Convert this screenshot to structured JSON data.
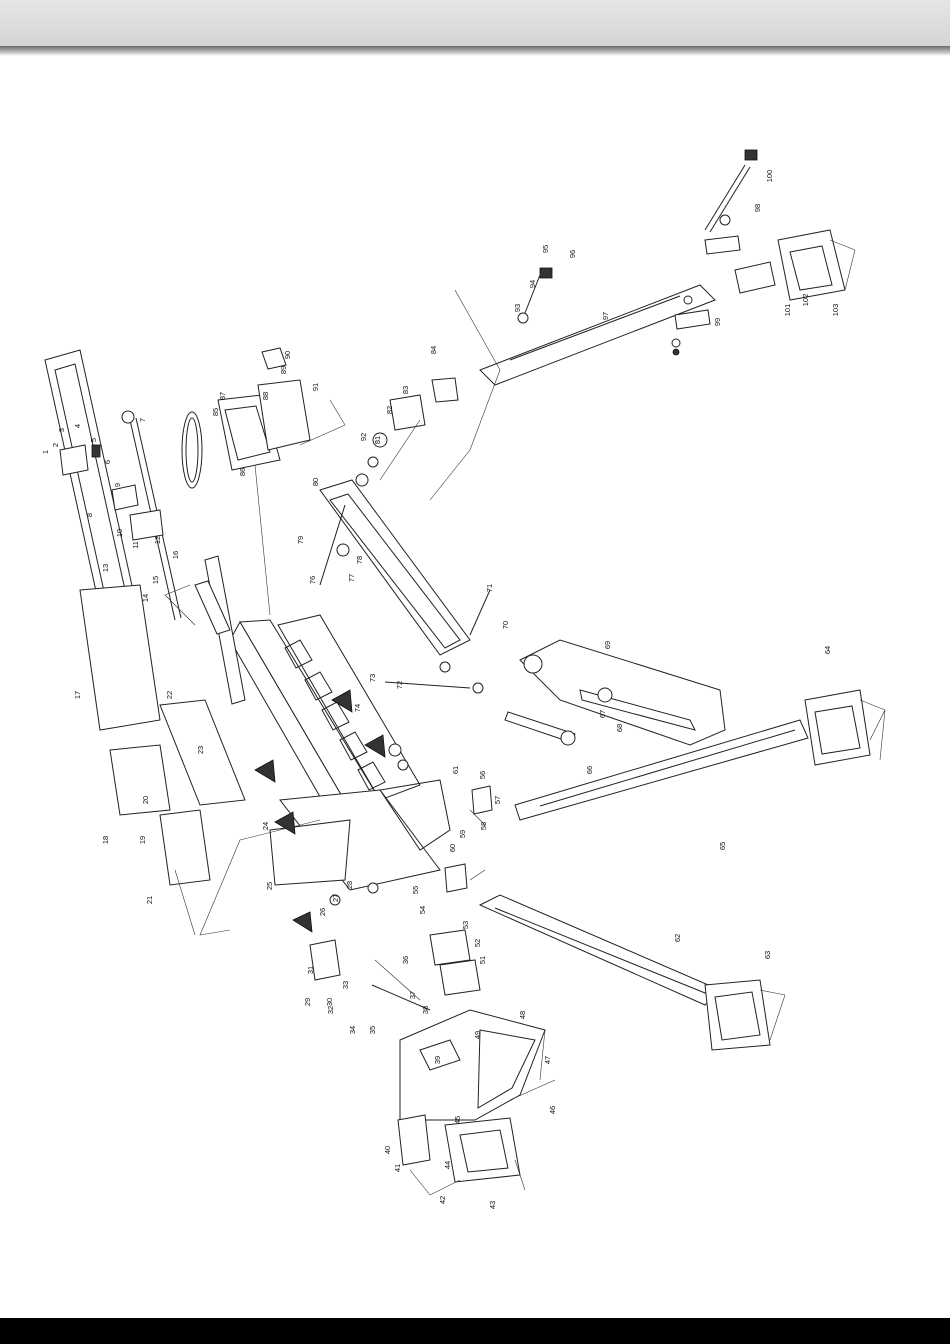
{
  "page": {
    "header_color": "#d9d9d9",
    "footer_color": "#000000"
  },
  "diagram": {
    "type": "exploded-parts-view",
    "rotation_deg": -90,
    "part_labels": [
      "1",
      "2",
      "3",
      "4",
      "5",
      "6",
      "7",
      "8",
      "9",
      "10",
      "11",
      "12",
      "13",
      "14",
      "15",
      "16",
      "17",
      "18",
      "19",
      "20",
      "21",
      "22",
      "23",
      "24",
      "25",
      "26",
      "27",
      "28",
      "29",
      "30",
      "31",
      "32",
      "33",
      "34",
      "35",
      "36",
      "37",
      "38",
      "39",
      "40",
      "41",
      "42",
      "43",
      "44",
      "45",
      "46",
      "47",
      "48",
      "49",
      "51",
      "52",
      "53",
      "54",
      "55",
      "56",
      "57",
      "58",
      "59",
      "60",
      "61",
      "62",
      "63",
      "64",
      "65",
      "66",
      "67",
      "68",
      "69",
      "70",
      "71",
      "72",
      "73",
      "74",
      "76",
      "77",
      "78",
      "79",
      "80",
      "81",
      "82",
      "83",
      "84",
      "85",
      "86",
      "87",
      "88",
      "89",
      "90",
      "91",
      "92",
      "93",
      "94",
      "95",
      "96",
      "97",
      "98",
      "99",
      "100",
      "101",
      "102",
      "103"
    ]
  }
}
